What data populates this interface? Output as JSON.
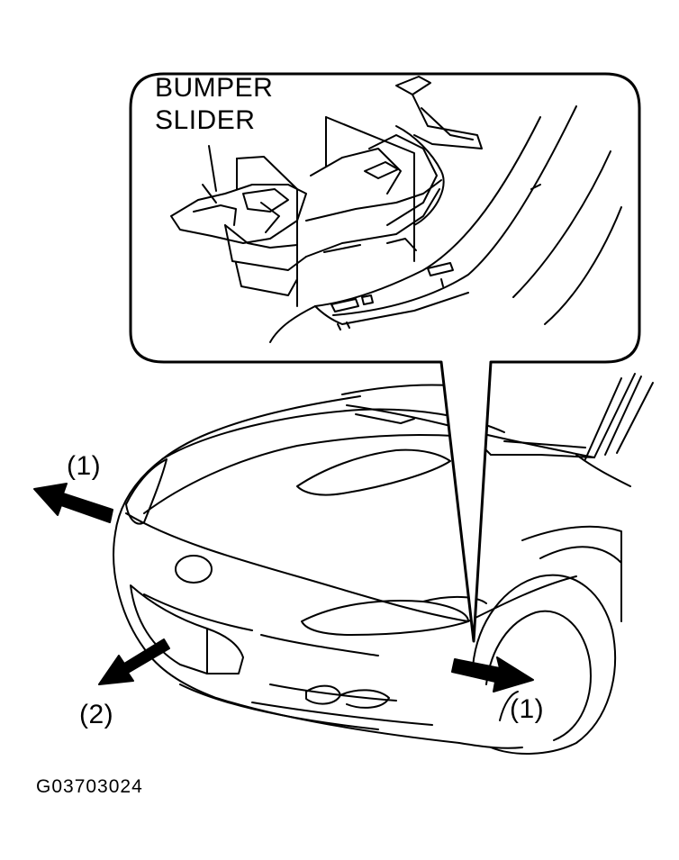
{
  "callout": {
    "line1": "BUMPER",
    "line2": "SLIDER"
  },
  "arrows": {
    "left_upper": "(1)",
    "left_lower": "(2)",
    "right": "(1)"
  },
  "figure_code": "G03703024"
}
